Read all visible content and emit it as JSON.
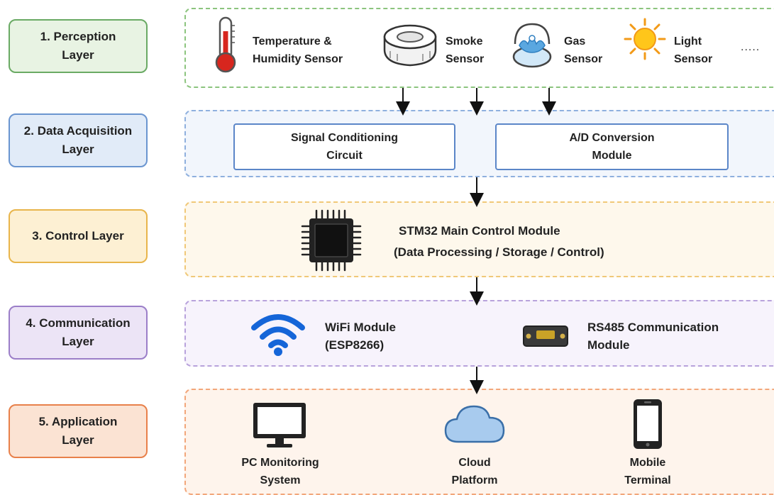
{
  "layers": [
    {
      "label": "1. Perception\nLayer",
      "color": "#6aaa64",
      "fill": "#e8f3e3"
    },
    {
      "label": "2. Data Acquisition\nLayer",
      "color": "#6a95d0",
      "fill": "#e1ebf8"
    },
    {
      "label": "3. Control Layer",
      "color": "#e8b54b",
      "fill": "#fdf0d3"
    },
    {
      "label": "4. Communication\nLayer",
      "color": "#9b7ec8",
      "fill": "#ece4f6"
    },
    {
      "label": "5. Application\nLayer",
      "color": "#e8804a",
      "fill": "#fbe3d3"
    }
  ],
  "perception": {
    "temp_sensor": "Temperature &\nHumidity Sensor",
    "smoke_sensor": "Smoke\nSensor",
    "gas_sensor": "Gas\nSensor",
    "light_sensor": "Light\nSensor",
    "more": "....."
  },
  "acquisition": {
    "signal": "Signal Conditioning\nCircuit",
    "adc": "A/D Conversion\nModule"
  },
  "control": {
    "mcu_title": "STM32 Main Control Module",
    "mcu_sub": "(Data Processing / Storage / Control)"
  },
  "communication": {
    "wifi": "WiFi Module\n(ESP8266)",
    "rs485": "RS485 Communication\nModule"
  },
  "application": {
    "pc": "PC Monitoring\nSystem",
    "cloud": "Cloud\nPlatform",
    "mobile": "Mobile\nTerminal"
  },
  "icons": [
    "thermometer-icon",
    "smoke-detector-icon",
    "gas-sensor-icon",
    "sun-icon",
    "chip-icon",
    "wifi-icon",
    "rs485-connector-icon",
    "monitor-icon",
    "cloud-icon",
    "phone-icon"
  ]
}
